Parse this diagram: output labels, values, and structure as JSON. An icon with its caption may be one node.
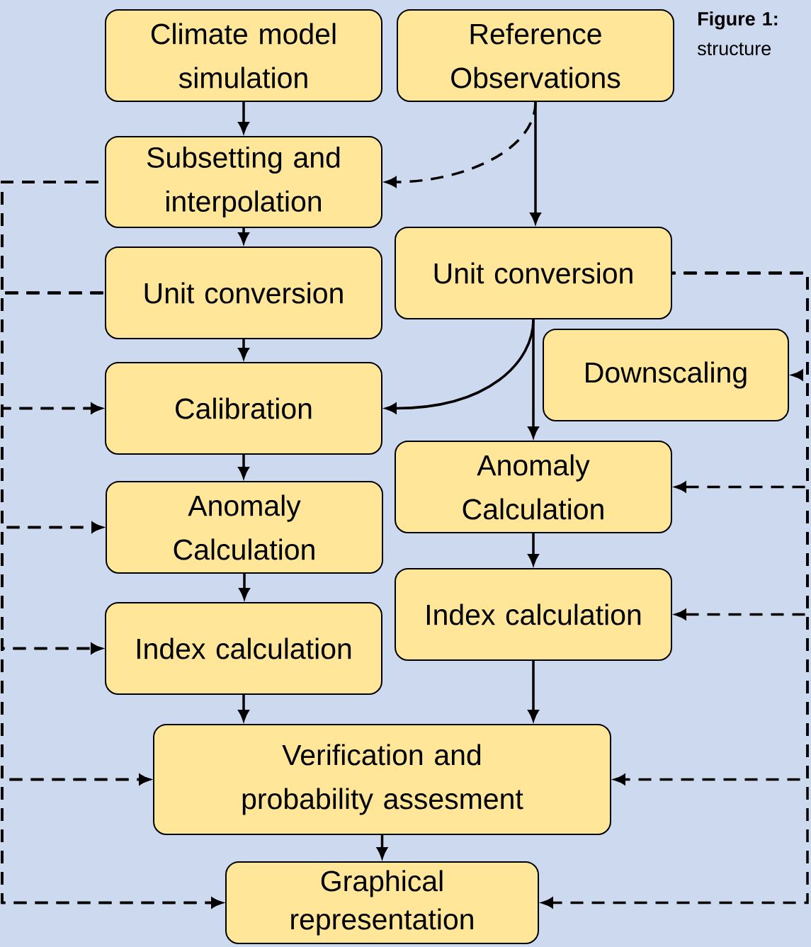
{
  "diagram": {
    "caption": "**Figure 1:** structure",
    "nodes": [
      {
        "text": [
          "Climate model simulation"
        ]
      },
      {
        "text": [
          "Reference Observations"
        ]
      },
      {
        "text": [
          "Subsetting and interpolation"
        ]
      },
      {
        "text": [
          "Unit conversion"
        ]
      },
      {
        "text": [
          "Calibration"
        ]
      },
      {
        "text": [
          "Anomaly Calculation"
        ]
      },
      {
        "text": [
          "Index calculation"
        ]
      },
      {
        "text": [
          "Unit conversion"
        ]
      },
      {
        "text": [
          "Downscaling"
        ]
      },
      {
        "text": [
          "Anomaly Calculation"
        ]
      },
      {
        "text": [
          "Index calculation"
        ]
      },
      {
        "text": [
          "Verification and probability assesment"
        ]
      },
      {
        "text": [
          "Graphical representation"
        ]
      }
    ],
    "edges": [
      {
        "from": 0,
        "to": 2,
        "arrow": "to"
      },
      {
        "from": 1,
        "to": 2,
        "arrow": "to",
        "style": "dashed"
      },
      {
        "from": 1,
        "to": 7,
        "arrow": "to"
      },
      {
        "from": 2,
        "to": 3,
        "arrow": "to"
      },
      {
        "from": 3,
        "to": 4,
        "arrow": "to"
      },
      {
        "from": 4,
        "to": 5,
        "arrow": "to"
      },
      {
        "from": 5,
        "to": 6,
        "arrow": "to"
      },
      {
        "from": 6,
        "to": 11,
        "arrow": "to"
      },
      {
        "from": 7,
        "to": 4,
        "arrow": "to"
      },
      {
        "from": 7,
        "to": 9,
        "arrow": "to"
      },
      {
        "from": 9,
        "to": 10,
        "arrow": "to"
      },
      {
        "from": 10,
        "to": 11,
        "arrow": "to"
      },
      {
        "from": 11,
        "to": 12,
        "arrow": "to"
      },
      {
        "from": 2,
        "to": 4,
        "arrow": "to",
        "style": "dashed"
      },
      {
        "from": 2,
        "to": 5,
        "arrow": "to",
        "style": "dashed"
      },
      {
        "from": 2,
        "to": 6,
        "arrow": "to",
        "style": "dashed"
      },
      {
        "from": 2,
        "to": 11,
        "arrow": "to",
        "style": "dashed"
      },
      {
        "from": 2,
        "to": 12,
        "arrow": "to",
        "style": "dashed"
      },
      {
        "from": 3,
        "to": 4,
        "arrow": "to",
        "style": "dashed"
      },
      {
        "from": 3,
        "to": 5,
        "arrow": "to",
        "style": "dashed"
      },
      {
        "from": 3,
        "to": 6,
        "arrow": "to",
        "style": "dashed"
      },
      {
        "from": 3,
        "to": 11,
        "arrow": "to",
        "style": "dashed"
      },
      {
        "from": 3,
        "to": 12,
        "arrow": "to",
        "style": "dashed"
      },
      {
        "from": 7,
        "to": 8,
        "arrow": "to",
        "style": "dashed"
      },
      {
        "from": 7,
        "to": 9,
        "arrow": "to",
        "style": "dashed"
      },
      {
        "from": 7,
        "to": 10,
        "arrow": "to",
        "style": "dashed"
      },
      {
        "from": 7,
        "to": 11,
        "arrow": "to",
        "style": "dashed"
      },
      {
        "from": 7,
        "to": 12,
        "arrow": "to",
        "style": "dashed"
      }
    ]
  }
}
